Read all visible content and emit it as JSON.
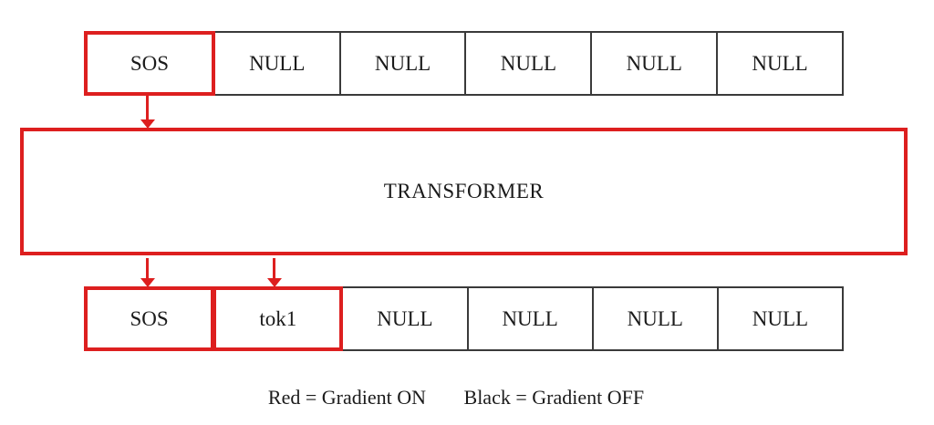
{
  "diagram": {
    "top_row": {
      "cells": [
        {
          "label": "SOS",
          "gradient": "on"
        },
        {
          "label": "NULL",
          "gradient": "off"
        },
        {
          "label": "NULL",
          "gradient": "off"
        },
        {
          "label": "NULL",
          "gradient": "off"
        },
        {
          "label": "NULL",
          "gradient": "off"
        },
        {
          "label": "NULL",
          "gradient": "off"
        }
      ]
    },
    "transformer": {
      "label": "TRANSFORMER",
      "gradient": "on"
    },
    "bottom_row": {
      "cells": [
        {
          "label": "SOS",
          "gradient": "on"
        },
        {
          "label": "tok1",
          "gradient": "on"
        },
        {
          "label": "NULL",
          "gradient": "off"
        },
        {
          "label": "NULL",
          "gradient": "off"
        },
        {
          "label": "NULL",
          "gradient": "off"
        },
        {
          "label": "NULL",
          "gradient": "off"
        }
      ]
    },
    "legend": {
      "red_label": "Red = Gradient ON",
      "black_label": "Black = Gradient OFF"
    },
    "colors": {
      "gradient_on": "#dd1f1f",
      "gradient_off": "#3a3a3a"
    }
  }
}
